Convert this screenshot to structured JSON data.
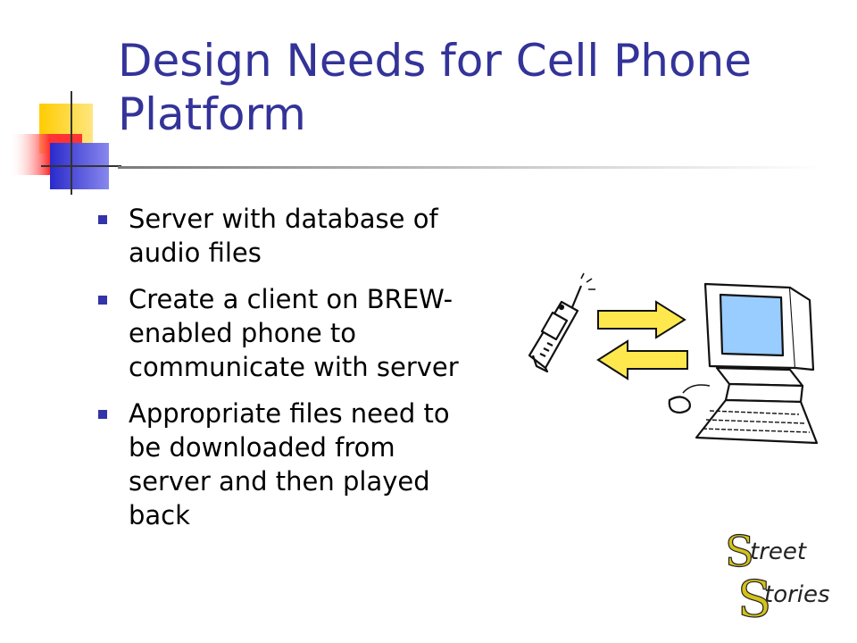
{
  "slide": {
    "title_lines": [
      "Design Needs for Cell Phone",
      "Platform"
    ],
    "bullets": [
      {
        "lines": [
          "Server with database of",
          "audio files"
        ]
      },
      {
        "lines": [
          "Create a client on BREW-",
          "enabled phone to",
          "communicate with server"
        ]
      },
      {
        "lines": [
          "Appropriate files need to",
          "be downloaded from",
          "server and then played",
          "back"
        ]
      }
    ]
  },
  "logo": {
    "first_letter": "S",
    "first_rest": "treet",
    "second_letter": "S",
    "second_rest": "tories"
  },
  "colors": {
    "title": "#333399",
    "bullet": "#3333aa",
    "accent_yellow": "#ffcc00",
    "accent_blue": "#3333cc",
    "accent_red": "#ff3333",
    "arrow_yellow": "#ffe84d",
    "monitor_screen": "#99ccff",
    "logo_yellow": "#d4c21a",
    "logo_dark": "#222222"
  },
  "illustration": {
    "icons": [
      "cell-phone-icon",
      "computer-icon",
      "right-arrow-icon",
      "left-arrow-icon"
    ]
  }
}
